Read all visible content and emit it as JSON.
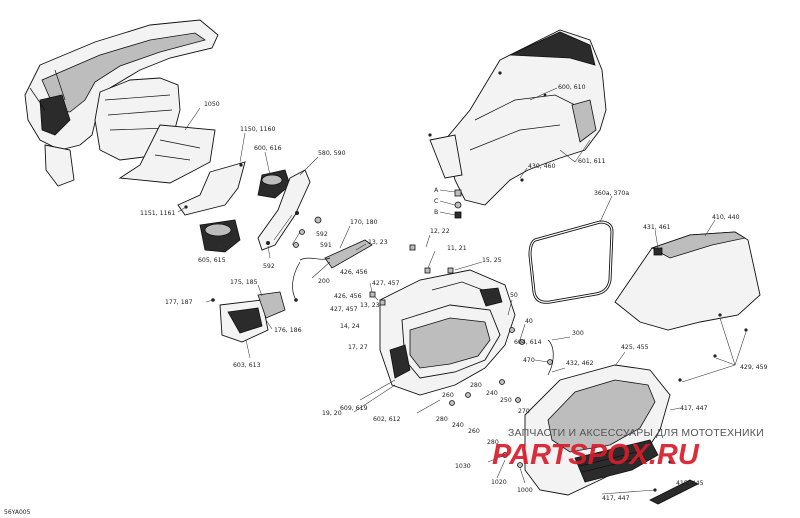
{
  "diagram": {
    "code": "56YA005",
    "watermark_line1": "ЗАПЧАСТИ И АКСЕССУАРЫ ДЛЯ МОТОТЕХНИКИ",
    "watermark_line2": "PARTSPOX.RU",
    "callouts": [
      {
        "id": "c1050",
        "text": "1050"
      },
      {
        "id": "c1150",
        "text": "1150, 1160"
      },
      {
        "id": "c600616",
        "text": "600, 616"
      },
      {
        "id": "c580590",
        "text": "580, 590"
      },
      {
        "id": "c11511161",
        "text": "1151, 1161"
      },
      {
        "id": "c592a",
        "text": "592"
      },
      {
        "id": "c591",
        "text": "591"
      },
      {
        "id": "c592b",
        "text": "592"
      },
      {
        "id": "c605615",
        "text": "605, 615"
      },
      {
        "id": "c170180",
        "text": "170, 180"
      },
      {
        "id": "c1323a",
        "text": "13, 23"
      },
      {
        "id": "c1222",
        "text": "12, 22"
      },
      {
        "id": "c1121",
        "text": "11, 21"
      },
      {
        "id": "c1525",
        "text": "15, 25"
      },
      {
        "id": "c426456a",
        "text": "426, 456"
      },
      {
        "id": "c200",
        "text": "200"
      },
      {
        "id": "c427457a",
        "text": "427, 457"
      },
      {
        "id": "c426456b",
        "text": "426, 456"
      },
      {
        "id": "c1323b",
        "text": "13, 23"
      },
      {
        "id": "c427457b",
        "text": "427, 457"
      },
      {
        "id": "c1424",
        "text": "14, 24"
      },
      {
        "id": "c1727",
        "text": "17, 27"
      },
      {
        "id": "c175185",
        "text": "175, 185"
      },
      {
        "id": "c177187",
        "text": "177, 187"
      },
      {
        "id": "c176186",
        "text": "176, 186"
      },
      {
        "id": "c603613",
        "text": "603, 613"
      },
      {
        "id": "c600610",
        "text": "600, 610"
      },
      {
        "id": "c430460",
        "text": "430, 460"
      },
      {
        "id": "c601611",
        "text": "601, 611"
      },
      {
        "id": "cA",
        "text": "A"
      },
      {
        "id": "cC",
        "text": "C"
      },
      {
        "id": "cB",
        "text": "B"
      },
      {
        "id": "c360370",
        "text": "360a, 370a"
      },
      {
        "id": "c431461",
        "text": "431, 461"
      },
      {
        "id": "c410440",
        "text": "410, 440"
      },
      {
        "id": "c50",
        "text": "50"
      },
      {
        "id": "c40",
        "text": "40"
      },
      {
        "id": "c300",
        "text": "300"
      },
      {
        "id": "c604614",
        "text": "604, 614"
      },
      {
        "id": "c470",
        "text": "470"
      },
      {
        "id": "c432462",
        "text": "432, 462"
      },
      {
        "id": "c425455",
        "text": "425, 455"
      },
      {
        "id": "c429459",
        "text": "429, 459"
      },
      {
        "id": "c1020",
        "text": "19, 20"
      },
      {
        "id": "c609619",
        "text": "609, 619"
      },
      {
        "id": "c602612",
        "text": "602, 612"
      },
      {
        "id": "c280a",
        "text": "280"
      },
      {
        "id": "c260a",
        "text": "260"
      },
      {
        "id": "c240a",
        "text": "240"
      },
      {
        "id": "c250",
        "text": "250"
      },
      {
        "id": "c270",
        "text": "270"
      },
      {
        "id": "c280b",
        "text": "280"
      },
      {
        "id": "c240b",
        "text": "240"
      },
      {
        "id": "c260b",
        "text": "260"
      },
      {
        "id": "c280c",
        "text": "280"
      },
      {
        "id": "c1030",
        "text": "1030"
      },
      {
        "id": "c1020b",
        "text": "1020"
      },
      {
        "id": "c1000",
        "text": "1000"
      },
      {
        "id": "c417447a",
        "text": "417, 447"
      },
      {
        "id": "c417447b",
        "text": "417, 447"
      },
      {
        "id": "c415445",
        "text": "415, 445"
      }
    ]
  }
}
